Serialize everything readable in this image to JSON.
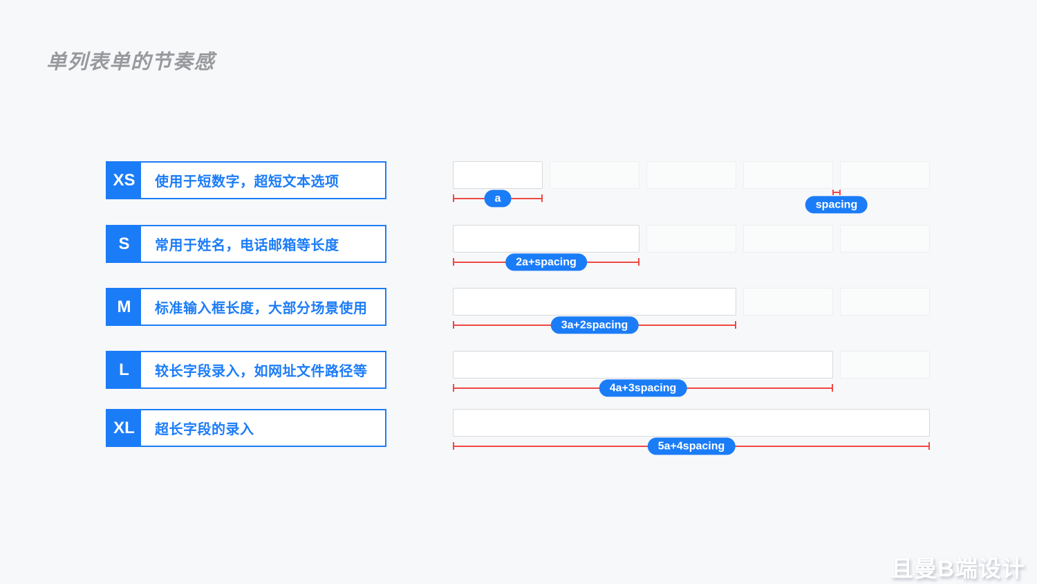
{
  "title": "单列表单的节奏感",
  "watermark": "且曼B端设计",
  "colors": {
    "brand_blue": "#1b7cf7",
    "measure_red": "#ef4742",
    "page_background": "#f7f8fa"
  },
  "spacing_annotation": {
    "label": "spacing"
  },
  "rows": [
    {
      "size": "XS",
      "desc": "使用于短数字，超短文本选项",
      "measure_label": "a",
      "units": 1
    },
    {
      "size": "S",
      "desc": "常用于姓名，电话邮箱等长度",
      "measure_label": "2a+spacing",
      "units": 2
    },
    {
      "size": "M",
      "desc": "标准输入框长度，大部分场景使用",
      "measure_label": "3a+2spacing",
      "units": 3
    },
    {
      "size": "L",
      "desc": "较长字段录入，如网址文件路径等",
      "measure_label": "4a+3spacing",
      "units": 4
    },
    {
      "size": "XL",
      "desc": "超长字段的录入",
      "measure_label": "5a+4spacing",
      "units": 5
    }
  ]
}
